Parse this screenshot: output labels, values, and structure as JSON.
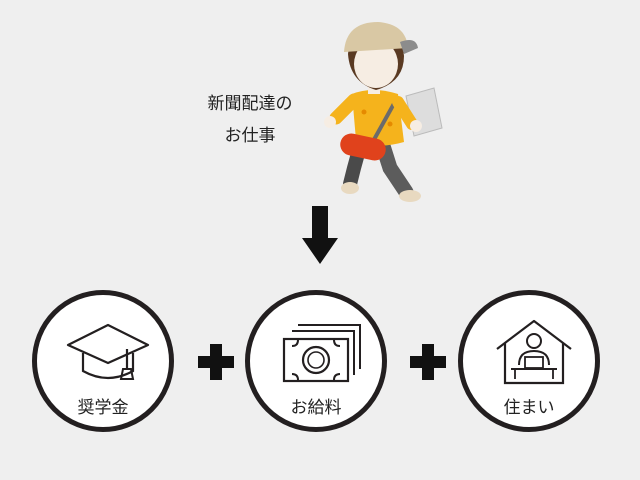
{
  "caption": {
    "line1": "新聞配達の",
    "line2": "お仕事"
  },
  "items": [
    {
      "label": "奨学金",
      "icon": "graduation-cap-icon"
    },
    {
      "label": "お給料",
      "icon": "banknote-icon"
    },
    {
      "label": "住まい",
      "icon": "house-icon"
    }
  ],
  "colors": {
    "background": "#efefef",
    "outline": "#231f20",
    "shirt": "#f5b31c",
    "bag": "#e0421c",
    "cap": "#d9c8a4",
    "pants": "#5c5c5c"
  }
}
